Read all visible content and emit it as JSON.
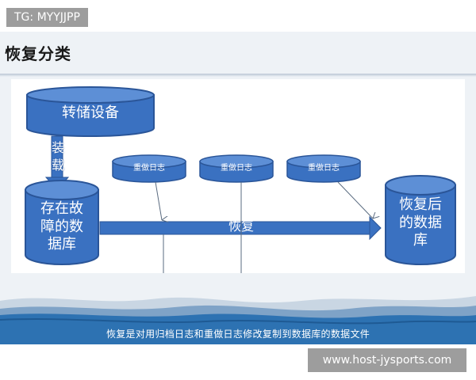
{
  "watermark_top": "TG: MYYJJPP",
  "watermark_bottom": "www.host-jysports.com",
  "slide": {
    "title": "恢复分类",
    "caption": "恢复是对用归档日志和重做日志修改复制到数据库的数据文件"
  },
  "diagram": {
    "storage_device": "转储设备",
    "load_label": "装载",
    "faulty_db_line1": "存在故",
    "faulty_db_line2": "障的数",
    "faulty_db_line3": "据库",
    "redo_logs": [
      "重做日志",
      "重做日志",
      "重做日志"
    ],
    "recover_label": "恢复",
    "restored_db_line1": "恢复后",
    "restored_db_line2": "的数据",
    "restored_db_line3": "库"
  },
  "colors": {
    "cylinder_fill": "#3a71c1",
    "cylinder_top": "#5d8fd6",
    "cylinder_stroke": "#2a5598",
    "wave_blue": "#2d72b2"
  }
}
